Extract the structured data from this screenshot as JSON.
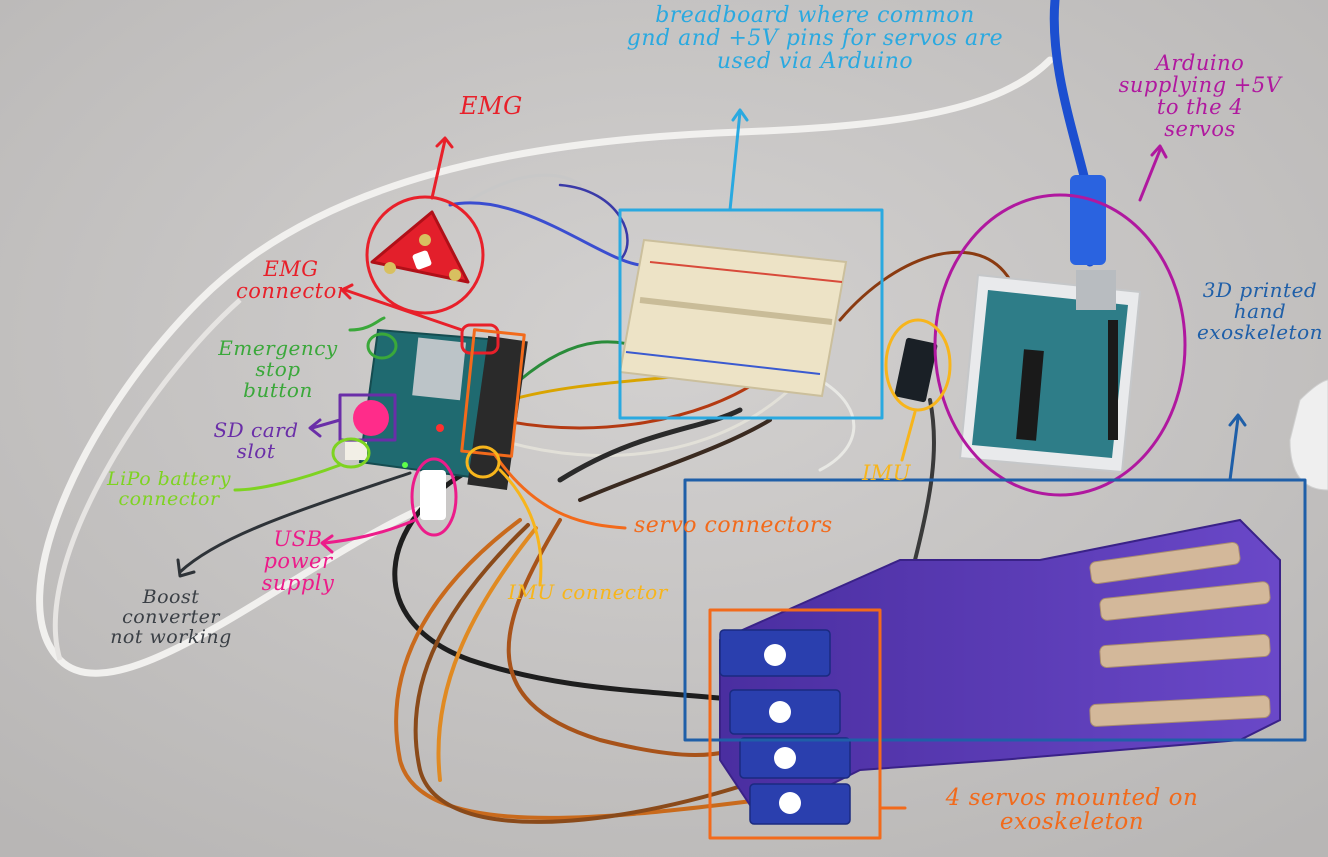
{
  "colors": {
    "desk": "#c9c7c6",
    "emg_red": "#e8202a",
    "breadboard_blue": "#2aa9e0",
    "arduino_magenta": "#b0189f",
    "exo_blue": "#1f5fa8",
    "servo_orange": "#f26a1b",
    "imu_yellow": "#f7b51c",
    "stop_green": "#3aa83a",
    "sd_purple": "#6a2ea8",
    "lipo_green": "#7ed321",
    "usb_pink": "#ec1c8a",
    "boost_gray": "#3a3f45",
    "exoskeleton_purple": "#5a39b8",
    "board_teal": "#1f6f73",
    "arduino_teal": "#2f7e88"
  },
  "annotations": {
    "breadboard": "breadboard where common\ngnd and +5V pins for servos are\nused via Arduino",
    "emg": "EMG",
    "arduino": "Arduino\nsupplying +5V\nto the 4\nservos",
    "emg_connector": "EMG\nconnector",
    "emergency_stop": "Emergency stop\nbutton",
    "sd_card": "SD card\nslot",
    "lipo": "LiPo battery\nconnector",
    "usb": "USB\npower\nsupply",
    "boost": "Boost converter\nnot working",
    "servo_connectors": "servo connectors",
    "imu_connector": "IMU connector",
    "imu": "IMU",
    "exoskeleton": "3D printed\nhand\nexoskeleton",
    "servos_mounted": "4 servos mounted on\nexoskeleton"
  }
}
